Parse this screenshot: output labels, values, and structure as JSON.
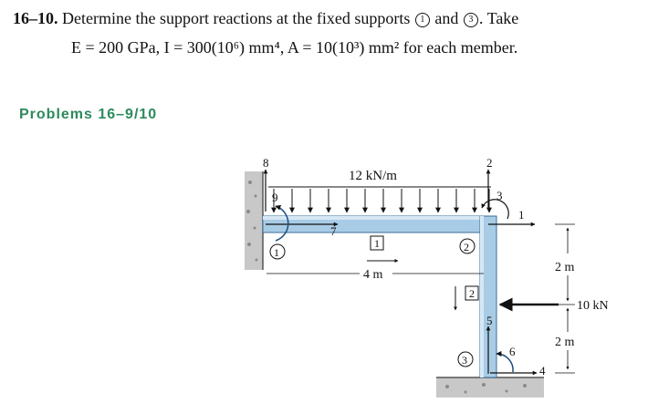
{
  "problem": {
    "number": "16–10.",
    "line1_text": "Determine the support reactions at the fixed supports",
    "support_a": "1",
    "conjunction": "and",
    "support_b": "3",
    "line1_end": ". Take",
    "line2_text": "E = 200 GPa, I = 300(10⁶) mm⁴, A = 10(10³) mm² for each member."
  },
  "section_label": "Problems 16–9/10",
  "figure": {
    "load_label": "12 kN/m",
    "force_label": "10 kN",
    "dim_horizontal": "4 m",
    "dim_upper": "2 m",
    "dim_lower": "2 m",
    "node_labels": [
      "1",
      "2",
      "3"
    ],
    "member_labels": [
      "1",
      "2"
    ],
    "dof_labels": [
      "8",
      "9",
      "7",
      "2",
      "3",
      "1",
      "5",
      "6",
      "4"
    ]
  },
  "colors": {
    "member_fill": "#a9cce6",
    "member_edge": "#3a6e96",
    "load_arrow": "#111111",
    "dof_arrow": "#111111",
    "section_label": "#2c8a5c",
    "ground": "#c8c8c8"
  }
}
